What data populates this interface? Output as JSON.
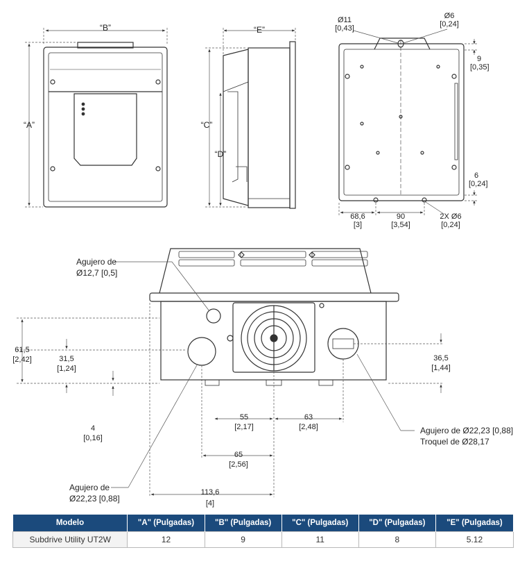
{
  "front_view": {
    "label_a": "“A”",
    "label_b": "“B”"
  },
  "side_view": {
    "label_c": "“C”",
    "label_d": "“D”",
    "label_e": "“E”"
  },
  "back_view": {
    "hole_dia_mm": "Ø11",
    "hole_dia_in": "[0,43]",
    "slot_dia_mm": "Ø6",
    "slot_dia_in": "[0,24]",
    "top_offset_mm": "9",
    "top_offset_in": "[0,35]",
    "bottom_offset_mm": "6",
    "bottom_offset_in": "[0,24]",
    "left_span_mm": "68,6",
    "left_span_in": "[3]",
    "mid_span_mm": "90",
    "mid_span_in": "[3,54]",
    "mount_holes_mm": "2X  Ø6",
    "mount_holes_in": "[0,24]"
  },
  "bottom_view": {
    "hole_small_line1": "Agujero de",
    "hole_small_line2": "Ø12,7 [0,5]",
    "h_61_mm": "61,5",
    "h_61_in": "[2,42]",
    "h_31_mm": "31,5",
    "h_31_in": "[1,24]",
    "h_4_mm": "4",
    "h_4_in": "[0,16]",
    "h_36_mm": "36,5",
    "h_36_in": "[1,44]",
    "w_55_mm": "55",
    "w_55_in": "[2,17]",
    "w_63_mm": "63",
    "w_63_in": "[2,48]",
    "w_65_mm": "65",
    "w_65_in": "[2,56]",
    "w_113_mm": "113,6",
    "w_113_in": "[4]",
    "hole_large_line1": "Agujero de",
    "hole_large_line2": "Ø22,23 [0,88]",
    "knock_line1": "Agujero de Ø22,23 [0,88]",
    "knock_line2": "Troquel de Ø28,17"
  },
  "table": {
    "headers": [
      "Modelo",
      "\"A\" (Pulgadas)",
      "\"B\" (Pulgadas)",
      "\"C\" (Pulgadas)",
      "\"D\" (Pulgadas)",
      "\"E\" (Pulgadas)"
    ],
    "rows": [
      [
        "Subdrive Utility UT2W",
        "12",
        "9",
        "11",
        "8",
        "5.12"
      ]
    ]
  },
  "colors": {
    "header_bg": "#1b4a7c",
    "line": "#333333",
    "dim_line": "#555555"
  }
}
